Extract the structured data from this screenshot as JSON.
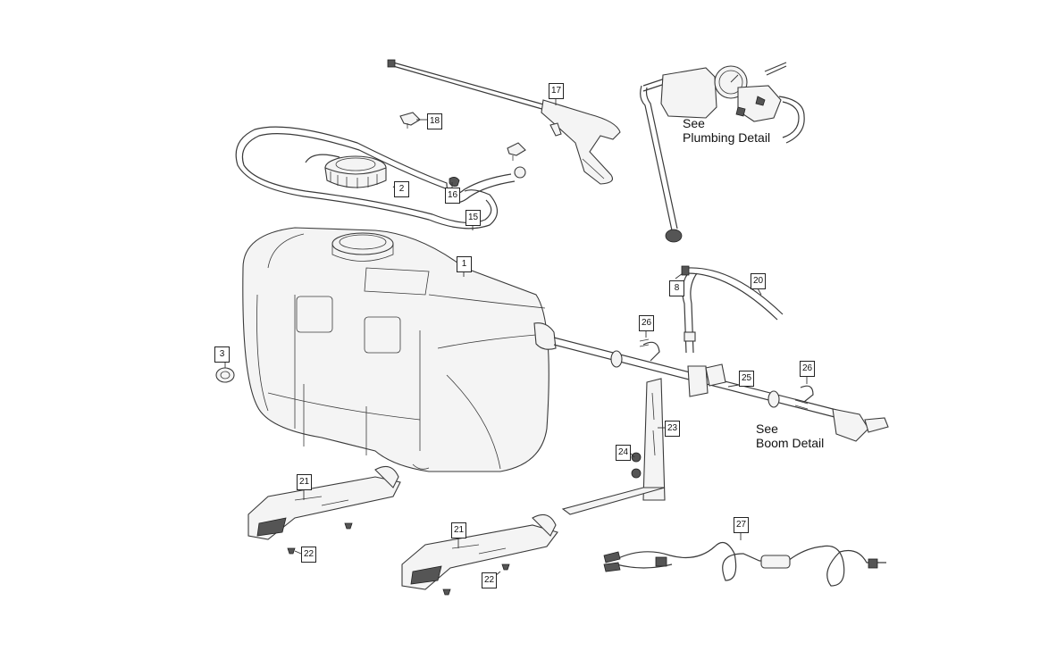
{
  "callouts": {
    "c1": "1",
    "c2": "2",
    "c3": "3",
    "c8": "8",
    "c15": "15",
    "c16": "16",
    "c17": "17",
    "c18": "18",
    "c20": "20",
    "c21a": "21",
    "c21b": "21",
    "c22a": "22",
    "c22b": "22",
    "c23": "23",
    "c24": "24",
    "c25": "25",
    "c26a": "26",
    "c26b": "26",
    "c27": "27"
  },
  "notes": {
    "plumbing": {
      "line1": "See",
      "line2": "Plumbing Detail"
    },
    "boom": {
      "line1": "See",
      "line2": "Boom Detail"
    }
  }
}
